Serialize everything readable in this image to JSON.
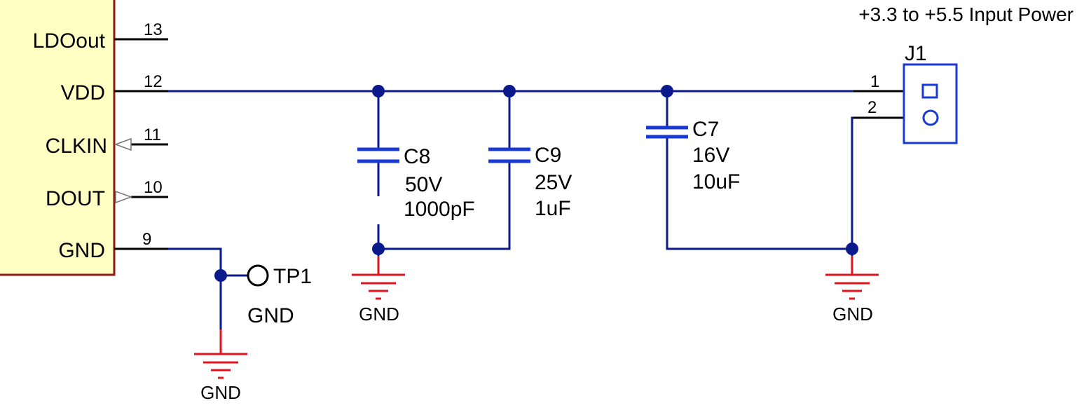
{
  "title": "+3.3 to +5.5 Input Power",
  "colors": {
    "wire": "#0a1a8c",
    "junction": "#0a1a8c",
    "capacitor": "#1a3ad6",
    "ground": "#e0141e",
    "chip_fill": "#ffffc4",
    "chip_border": "#8b1a1a",
    "connector": "#1a3ad6",
    "pin_line": "#000000"
  },
  "chip": {
    "pins": [
      {
        "name": "LDOout",
        "number": "13"
      },
      {
        "name": "VDD",
        "number": "12"
      },
      {
        "name": "CLKIN",
        "number": "11"
      },
      {
        "name": "DOUT",
        "number": "10"
      },
      {
        "name": "GND",
        "number": "9"
      }
    ]
  },
  "testpoint": {
    "ref": "TP1",
    "net": "GND"
  },
  "capacitors": [
    {
      "ref": "C8",
      "voltage": "50V",
      "value": "1000pF"
    },
    {
      "ref": "C9",
      "voltage": "25V",
      "value": "1uF"
    },
    {
      "ref": "C7",
      "voltage": "16V",
      "value": "10uF"
    }
  ],
  "connector": {
    "ref": "J1",
    "pins": [
      "1",
      "2"
    ]
  },
  "grounds": [
    {
      "label": "GND"
    },
    {
      "label": "GND"
    },
    {
      "label": "GND"
    }
  ]
}
